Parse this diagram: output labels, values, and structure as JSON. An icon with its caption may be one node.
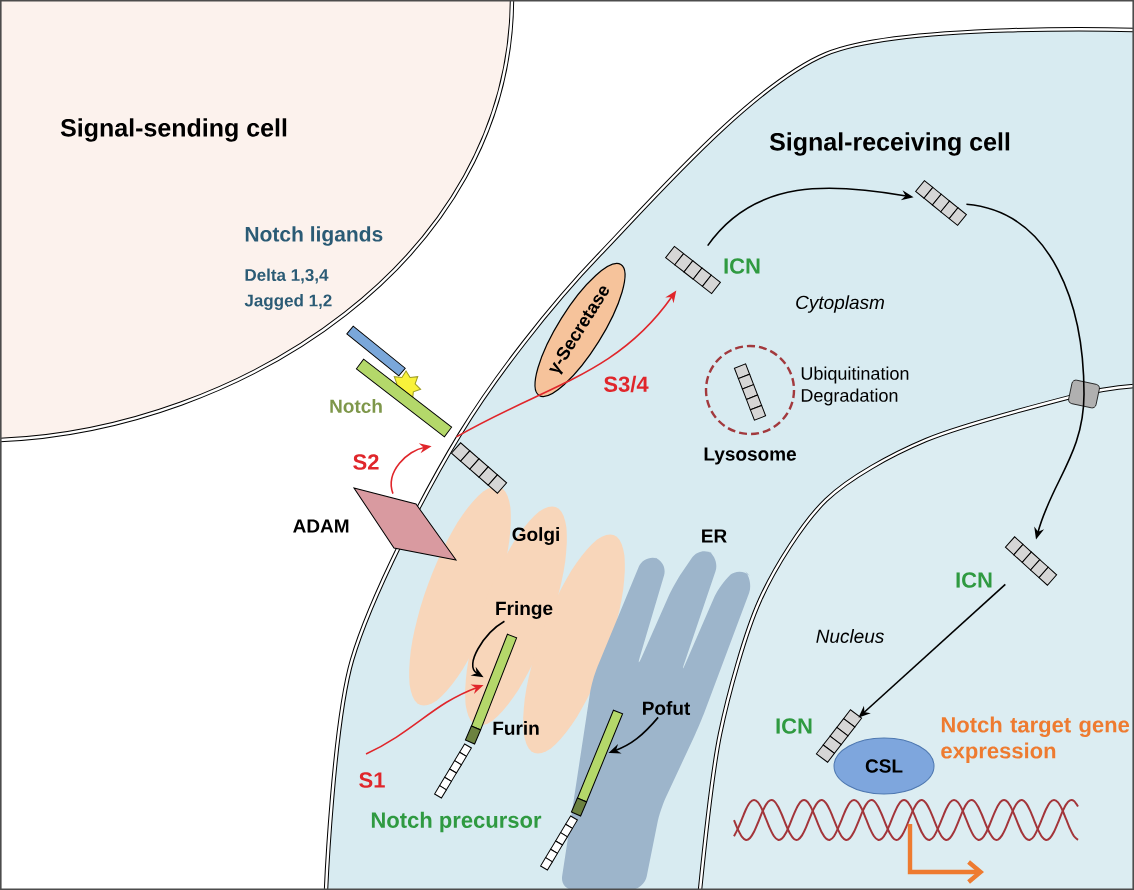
{
  "diagram": {
    "nodes": [
      {
        "text": [
          "Signal-sending cell"
        ]
      },
      {
        "text": [
          "Signal-receiving cell"
        ]
      },
      {
        "text": [
          "γ-Secretase"
        ],
        "in": 1
      },
      {
        "text": [
          "ADAM"
        ]
      },
      {
        "text": [
          "Lysosome"
        ],
        "in": 1,
        "beside": [
          "Ubiquitination Degradation"
        ]
      },
      {
        "text": [],
        "shape": "picture",
        "in": 4
      },
      {
        "text": [
          "Golgi"
        ],
        "in": 1
      },
      {
        "text": [
          "ER"
        ],
        "in": 1
      },
      {
        "text": [
          "CSL"
        ],
        "in": 1
      },
      {
        "text": [
          "Notch"
        ]
      },
      {
        "text": [
          "ICN"
        ],
        "in": 1
      },
      {
        "text": [],
        "shape": "picture",
        "in": 1
      },
      {
        "text": [
          "ICN"
        ],
        "in": 1
      },
      {
        "text": [
          "ICN"
        ],
        "in": 1
      },
      {
        "text": [
          "Fringe"
        ],
        "in": 6
      },
      {
        "text": [],
        "shape": "picture",
        "in": 1
      },
      {
        "text": [
          "Pofut"
        ],
        "in": 7
      },
      {
        "text": [],
        "shape": "picture",
        "in": 1
      }
    ],
    "edges": [
      {
        "from": 3,
        "to": 9,
        "arrow": "to",
        "label": "S2",
        "color": "#e0262b"
      },
      {
        "from": 9,
        "to": 10,
        "arrow": "to",
        "label": "S3/4",
        "color": "#e0262b"
      },
      {
        "from": 10,
        "to": 11,
        "arrow": "to"
      },
      {
        "from": 11,
        "to": 12,
        "arrow": "to"
      },
      {
        "from": 12,
        "to": 13,
        "arrow": "to"
      },
      {
        "from": null,
        "to": 15,
        "arrow": "to",
        "label": "S1",
        "color": "#e0262b"
      },
      {
        "from": 14,
        "to": 15,
        "arrow": "to"
      },
      {
        "from": 16,
        "to": 17,
        "arrow": "to"
      }
    ],
    "labels": [
      "Notch ligands",
      "Delta 1,3,4",
      "Jagged 1,2",
      "Cytoplasm",
      "Nucleus",
      "Furin",
      "Notch precursor",
      "Notch target gene expression"
    ]
  }
}
